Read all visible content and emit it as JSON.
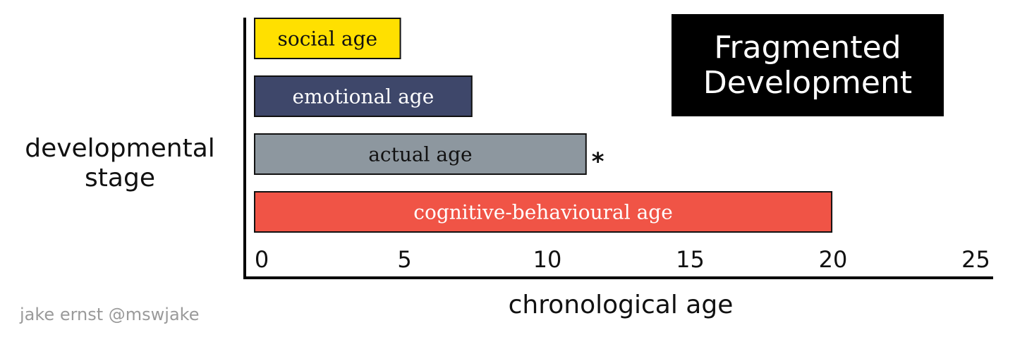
{
  "chart_data": {
    "type": "bar",
    "orientation": "horizontal",
    "title": "Fragmented\nDevelopment",
    "xlabel": "chronological age",
    "ylabel": "developmental\nstage",
    "xlim": [
      0,
      25
    ],
    "xticks": [
      0,
      5,
      10,
      15,
      20,
      25
    ],
    "grid": false,
    "legend": "none",
    "categories": [
      "social age",
      "emotional age",
      "actual age",
      "cognitive-behavioural age"
    ],
    "values": [
      5.1,
      7.6,
      11.6,
      20.2
    ],
    "colors": [
      "#ffe000",
      "#3e476a",
      "#8d979f",
      "#f05446"
    ],
    "label_colors": [
      "#111111",
      "#ffffff",
      "#111111",
      "#ffffff"
    ],
    "annotation": {
      "category": "actual age",
      "text": "*"
    }
  },
  "credit": "jake ernst @mswjake"
}
